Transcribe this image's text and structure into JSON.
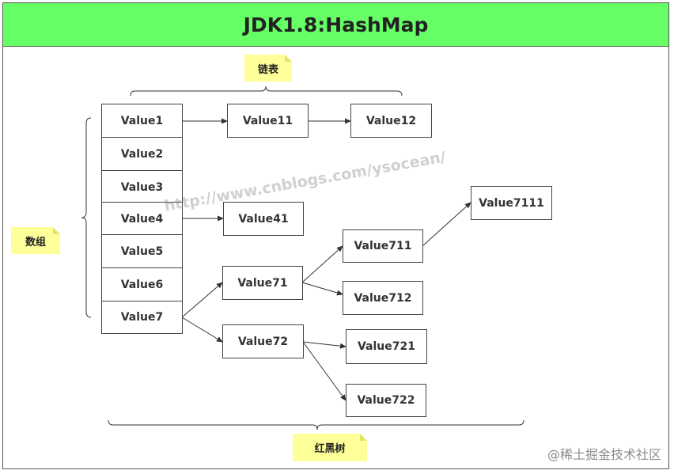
{
  "title": "JDK1.8:HashMap",
  "labels": {
    "linked_list": "链表",
    "array": "数组",
    "red_black_tree": "红黑树"
  },
  "array_cells": [
    "Value1",
    "Value2",
    "Value3",
    "Value4",
    "Value5",
    "Value6",
    "Value7"
  ],
  "nodes": {
    "value11": "Value11",
    "value12": "Value12",
    "value41": "Value41",
    "value71": "Value71",
    "value72": "Value72",
    "value711": "Value711",
    "value712": "Value712",
    "value7111": "Value7111",
    "value721": "Value721",
    "value722": "Value722"
  },
  "watermark": "http://www.cnblogs.com/ysocean/",
  "credit": "@稀土掘金技术社区"
}
